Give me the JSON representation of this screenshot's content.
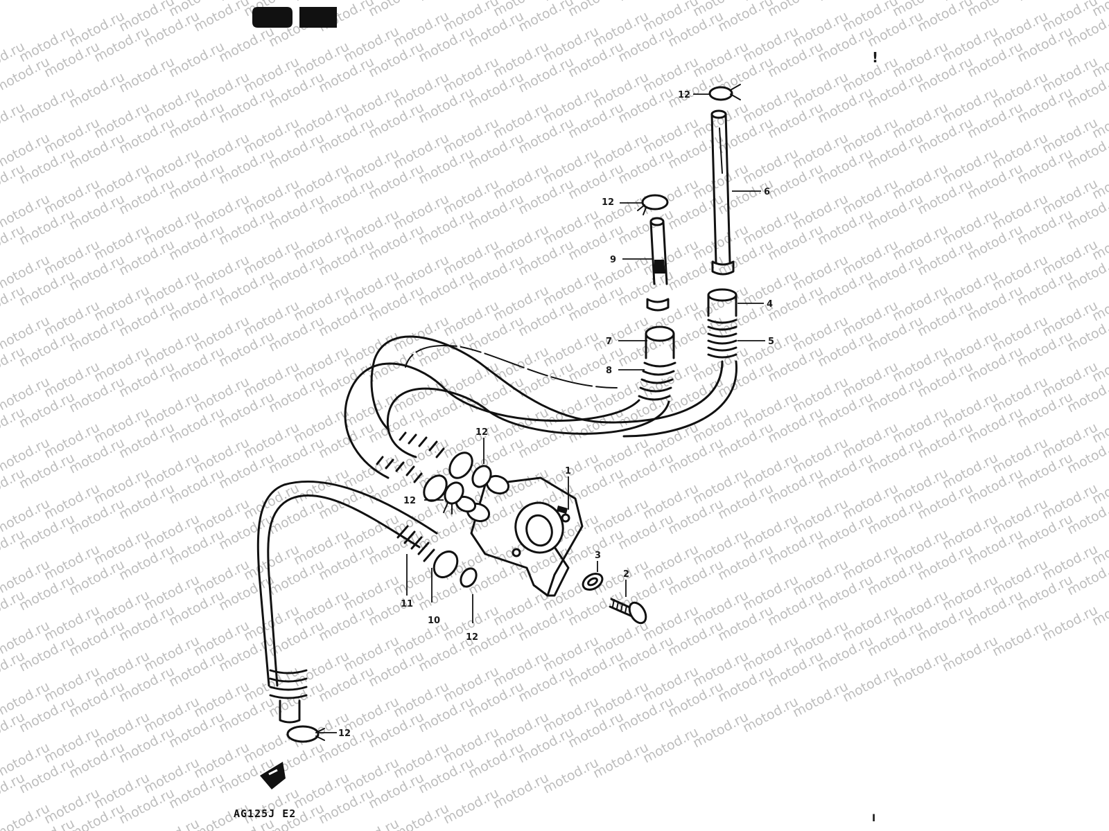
{
  "watermark": {
    "text": "motod.ru"
  },
  "model_code": "AG125J E2",
  "header_mark": "!",
  "footer_mark": "I",
  "parts": [
    {
      "ref": "1",
      "name": "fuel-cock"
    },
    {
      "ref": "2",
      "name": "screw"
    },
    {
      "ref": "3",
      "name": "washer"
    },
    {
      "ref": "4",
      "name": "tube-joint"
    },
    {
      "ref": "5",
      "name": "spring"
    },
    {
      "ref": "6",
      "name": "pipe"
    },
    {
      "ref": "7",
      "name": "tube-joint"
    },
    {
      "ref": "8",
      "name": "spring"
    },
    {
      "ref": "9",
      "name": "pipe"
    },
    {
      "ref": "10",
      "name": "hose"
    },
    {
      "ref": "11",
      "name": "spring"
    },
    {
      "ref": "12",
      "name": "clamp"
    }
  ],
  "labels": {
    "p1": "1",
    "p2": "2",
    "p3": "3",
    "p4": "4",
    "p5": "5",
    "p6": "6",
    "p7": "7",
    "p8": "8",
    "p9": "9",
    "p10": "10",
    "p11": "11",
    "p12a": "12",
    "p12b": "12",
    "p12c": "12",
    "p12d": "12",
    "p12e": "12",
    "p12f": "12"
  },
  "colors": {
    "ink": "#111111",
    "watermark": "#bdbdbd",
    "background": "#ffffff"
  }
}
